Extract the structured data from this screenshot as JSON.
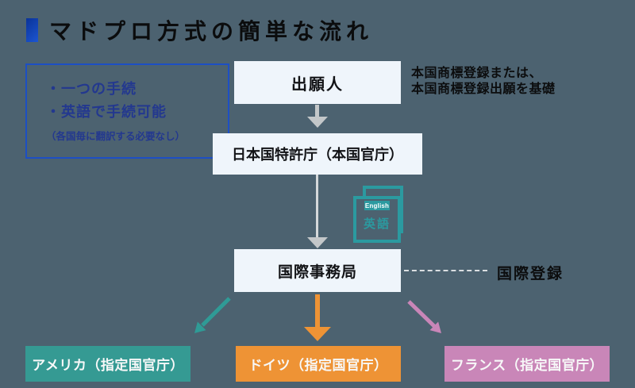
{
  "colors": {
    "background": "#4c6270",
    "title_marker_start": "#0a3398",
    "title_marker_end": "#1c55d2",
    "benefits_border": "#1d4fc4",
    "benefits_text": "#23388f",
    "flow_box_fill": "#eff5fb",
    "gray_arrow": "#c3c7c9",
    "teal": "#2f9b96",
    "teal_icon": "#2b9aa0",
    "orange": "#ee9335",
    "pink": "#c986b8",
    "dash": "#dadee1"
  },
  "header": {
    "title": "マドプロ方式の簡単な流れ"
  },
  "benefits": {
    "items": [
      "・一つの手続",
      "・英語で手続可能"
    ],
    "note": "（各国毎に翻訳する必要なし）"
  },
  "flow": {
    "applicant": "出願人",
    "basis_note_line1": "本国商標登録または、",
    "basis_note_line2": "本国商標登録出願を基礎",
    "jpo": "日本国特許庁（本国官庁）",
    "language_doc": {
      "tab": "English",
      "label": "英語"
    },
    "international_bureau": "国際事務局",
    "international_registration": "国際登録",
    "designated_offices": [
      {
        "label": "アメリカ（指定国官庁）",
        "color": "#359a93"
      },
      {
        "label": "ドイツ（指定国官庁）",
        "color": "#ee9335"
      },
      {
        "label": "フランス（指定国官庁）",
        "color": "#c986b8"
      }
    ]
  }
}
